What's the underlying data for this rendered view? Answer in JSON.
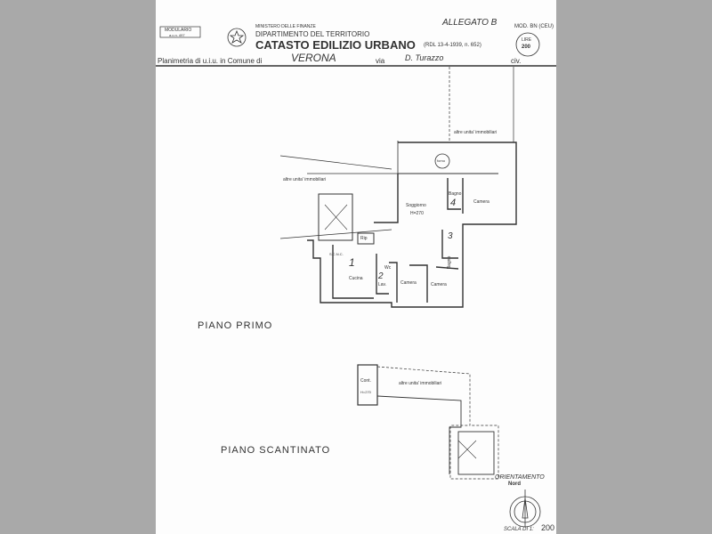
{
  "header": {
    "modulario": "MODULARIO",
    "modulario_sub": "a.c.n. 497",
    "ministry": "MINISTERO DELLE FINANZE",
    "department": "DIPARTIMENTO DEL TERRITORIO",
    "title": "CATASTO EDILIZIO URBANO",
    "law_ref": "(RDL 13-4-1939, n. 652)",
    "annotation": "ALLEGATO B",
    "form_code": "MOD. BN (CEU)",
    "stamp_currency": "LIRE",
    "stamp_value": "200",
    "planimetria_label": "Planimetria di u.i.u. in Comune di",
    "comune": "VERONA",
    "via_label": "via",
    "via": "D. Turazzo",
    "civ_label": "civ."
  },
  "floor_first": {
    "title": "PIANO PRIMO",
    "other_units_top": "altre unita' immobiliari",
    "other_units_left": "altre unita' immobiliari",
    "forno": "forno",
    "soggiorno": "Soggiorno",
    "soggiorno_height": "H=270",
    "bagno_a": "Bagno",
    "bagno_a_num": "4",
    "camera_a": "Camera",
    "scnc": "S.C.N.C.",
    "rip": "Rip",
    "bagno_b": "Bagno",
    "bagno_b_num": "3",
    "cucina_num": "1",
    "cucina": "Cucina",
    "wc": "Wc",
    "lav_num": "2",
    "lav": "Lav.",
    "camera_b": "Camera",
    "camera_c": "Camera"
  },
  "floor_basement": {
    "title": "PIANO SCANTINATO",
    "cont": "Cont.",
    "cont_height": "H=270",
    "other_units": "altre unita' immobiliari"
  },
  "orientation": {
    "label": "ORIENTAMENTO",
    "north": "Nord"
  },
  "scale": {
    "label": "SCALA DI 1:",
    "value": "200"
  }
}
